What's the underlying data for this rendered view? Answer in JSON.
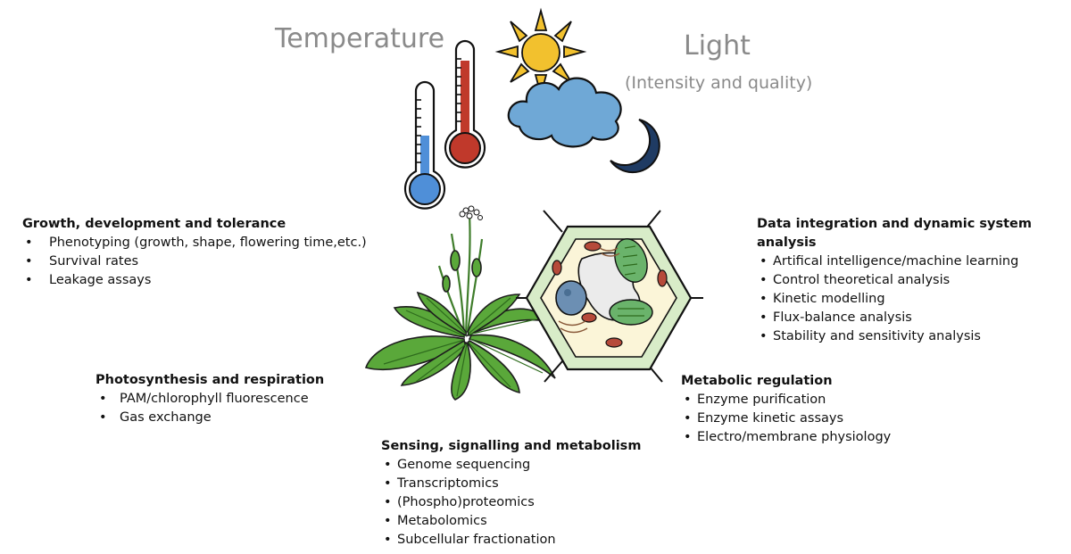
{
  "labels": {
    "temperature": "Temperature",
    "light": "Light",
    "light_sub": "(Intensity and quality)"
  },
  "blocks": {
    "growth": {
      "title": "Growth, development and tolerance",
      "items": [
        "Phenotyping (growth, shape, flowering time,etc.)",
        "Survival rates",
        "Leakage assays"
      ]
    },
    "data_integration": {
      "title": "Data integration and dynamic system analysis",
      "items": [
        "Artifical intelligence/machine learning",
        "Control theoretical analysis",
        "Kinetic modelling",
        "Flux-balance analysis",
        "Stability and sensitivity analysis"
      ]
    },
    "photosynthesis": {
      "title": "Photosynthesis and respiration",
      "items": [
        "PAM/chlorophyll fluorescence",
        "Gas exchange"
      ]
    },
    "metabolic": {
      "title": "Metabolic regulation",
      "items": [
        "Enzyme purification",
        "Enzyme kinetic assays",
        "Electro/membrane physiology"
      ]
    },
    "sensing": {
      "title": "Sensing, signalling and metabolism",
      "items": [
        "Genome sequencing",
        "Transcriptomics",
        "(Phospho)proteomics",
        "Metabolomics",
        "Subcellular fractionation"
      ]
    }
  },
  "colors": {
    "label_gray": "#8a8a8a",
    "thermo_cold": "#4f8fd8",
    "thermo_hot": "#c0392b",
    "sun": "#f2c12e",
    "cloud": "#6fa8d6",
    "moon": "#1f3b63",
    "leaf": "#5aa83a",
    "cell_wall": "#d8ecc8",
    "chloroplast": "#6ab36b",
    "mitochondrion": "#b64a3a",
    "nucleus": "#6c8fb3"
  }
}
